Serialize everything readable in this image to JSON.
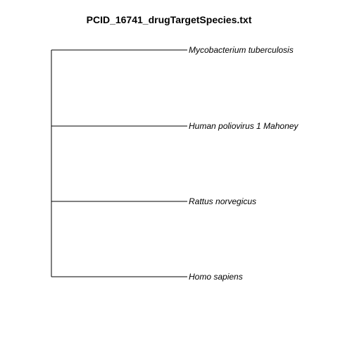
{
  "title": "PCID_16741_drugTargetSpecies.txt",
  "tree": {
    "leaves": [
      {
        "label": "Mycobacterium tuberculosis"
      },
      {
        "label": "Human poliovirus 1 Mahoney"
      },
      {
        "label": "Rattus norvegicus"
      },
      {
        "label": "Homo sapiens"
      }
    ]
  },
  "colors": {
    "line": "#000000",
    "text": "#000000",
    "background": "#ffffff"
  }
}
